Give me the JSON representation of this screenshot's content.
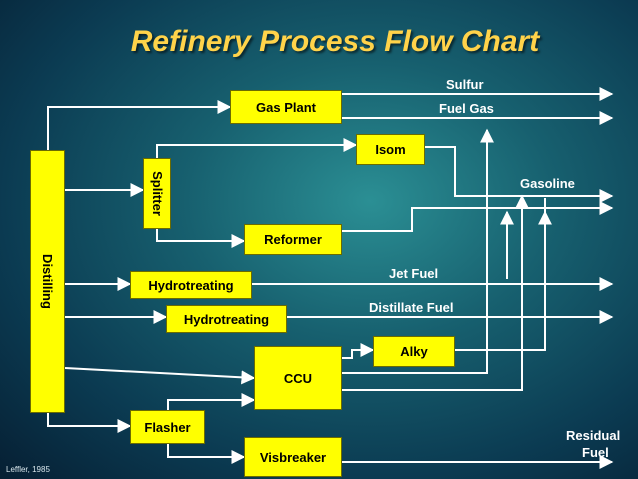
{
  "title": "Refinery Process Flow Chart",
  "credit": "Leffler, 1985",
  "units": {
    "distilling": "Distilling",
    "splitter": "Splitter",
    "gas_plant": "Gas Plant",
    "isom": "Isom",
    "reformer": "Reformer",
    "hydrotreating_1": "Hydrotreating",
    "hydrotreating_2": "Hydrotreating",
    "alky": "Alky",
    "ccu": "CCU",
    "flasher": "Flasher",
    "visbreaker": "Visbreaker"
  },
  "products": {
    "sulfur": "Sulfur",
    "fuel_gas": "Fuel Gas",
    "gasoline": "Gasoline",
    "jet_fuel": "Jet Fuel",
    "distillate_fuel": "Distillate Fuel",
    "residual_fuel_1": "Residual",
    "residual_fuel_2": "Fuel"
  },
  "colors": {
    "box_fill": "#ffff00",
    "title": "#ffd34a",
    "line": "#ffffff"
  }
}
